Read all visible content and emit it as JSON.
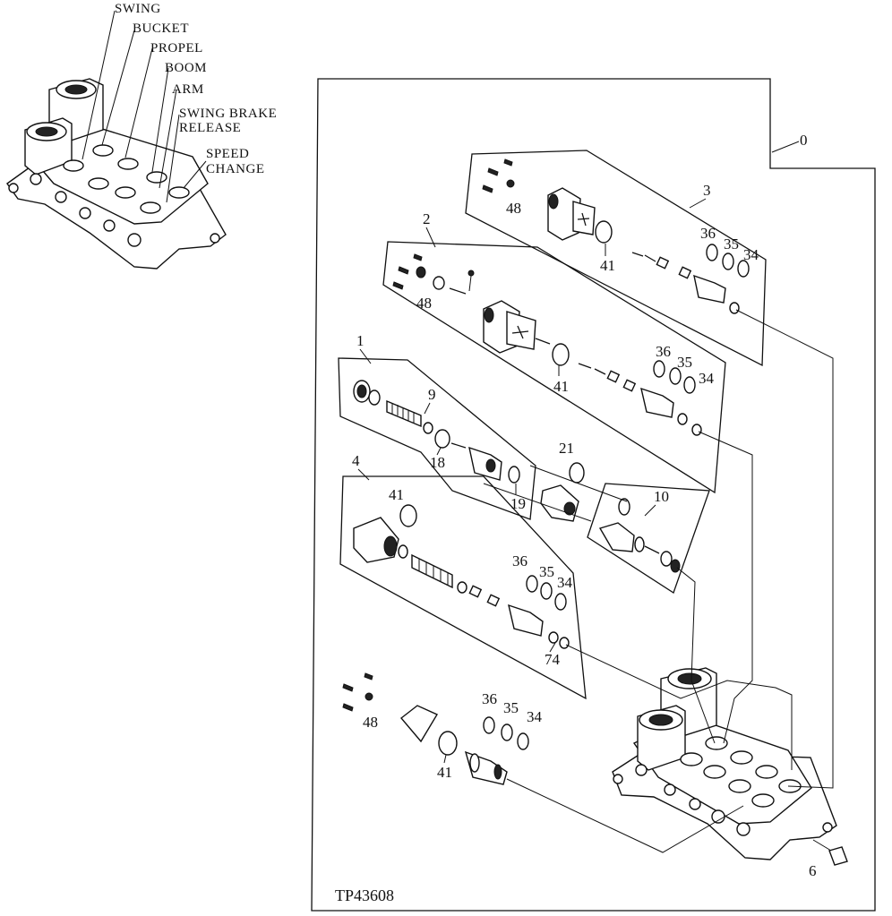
{
  "title_block": {
    "figure_id": "TP43608"
  },
  "function_labels": [
    {
      "id": "swing",
      "text": "SWING"
    },
    {
      "id": "bucket",
      "text": "BUCKET"
    },
    {
      "id": "propel",
      "text": "PROPEL"
    },
    {
      "id": "boom",
      "text": "BOOM"
    },
    {
      "id": "arm",
      "text": "ARM"
    },
    {
      "id": "swing-brake-1",
      "text": "SWING BRAKE"
    },
    {
      "id": "swing-brake-2",
      "text": "RELEASE"
    },
    {
      "id": "speed-change-1",
      "text": "SPEED"
    },
    {
      "id": "speed-change-2",
      "text": "CHANGE"
    }
  ],
  "callouts": {
    "c0": "0",
    "c3": "3",
    "c2": "2",
    "c1": "1",
    "c4": "4",
    "c6": "6",
    "c9": "9",
    "c10": "10",
    "c18": "18",
    "c19": "19",
    "c21": "21",
    "c74": "74",
    "g3_48": "48",
    "g3_41": "41",
    "g3_36": "36",
    "g3_35": "35",
    "g3_34": "34",
    "g2_48": "48",
    "g2_41": "41",
    "g2_36": "36",
    "g2_35": "35",
    "g2_34": "34",
    "g4_41": "41",
    "g4_36": "36",
    "g4_35": "35",
    "g4_34": "34",
    "g5_48": "48",
    "g5_41": "41",
    "g5_36": "36",
    "g5_35": "35",
    "g5_34": "34"
  },
  "icons": [
    "valve-block-overview",
    "valve-block-main",
    "spool-assembly",
    "o-ring",
    "screw",
    "cover-plate"
  ]
}
